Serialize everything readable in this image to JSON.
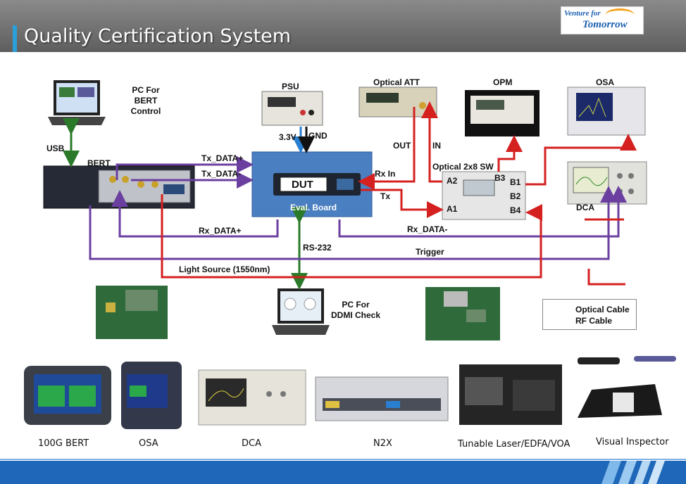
{
  "header": {
    "title": "Quality Certification System"
  },
  "logo": {
    "line1": "Venture for",
    "line2": "Tomorrow"
  },
  "diagram": {
    "pc_bert": "PC For\nBERT Control",
    "psu": "PSU",
    "optical_att": "Optical ATT",
    "opm": "OPM",
    "osa": "OSA",
    "usb": "USB",
    "bert": "BERT",
    "v33": "3.3V",
    "gnd": "GND",
    "out": "OUT",
    "in": "IN",
    "tx_data_p": "Tx_DATA+",
    "tx_data_n": "Tx_DATA-",
    "dut": "DUT",
    "eval_board": "Eval. Board",
    "rx_in": "Rx In",
    "tx": "Tx",
    "optical_sw": "Optical 2x8 SW",
    "a2": "A2",
    "a1": "A1",
    "b3": "B3",
    "b1": "B1",
    "b2": "B2",
    "b4": "B4",
    "dca": "DCA",
    "rx_data_p": "Rx_DATA+",
    "rx_data_n": "Rx_DATA-",
    "rs232": "RS-232",
    "trigger": "Trigger",
    "light_source": "Light Source (1550nm)",
    "pc_ddmi": "PC For\nDDMI Check"
  },
  "legend": {
    "optical": "Optical Cable",
    "rf": "RF Cable",
    "optical_color": "#d52020",
    "rf_color": "#6b3fa0"
  },
  "equipment": [
    "100G BERT",
    "OSA",
    "DCA",
    "N2X",
    "Tunable Laser/EDFA/VOA",
    "Visual Inspector"
  ]
}
